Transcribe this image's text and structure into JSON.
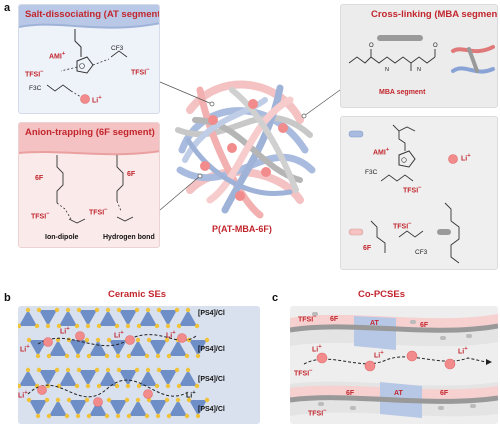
{
  "panel_a": {
    "label": "a",
    "salt_box": {
      "title": "Salt-dissociating (AT segment)",
      "ami": "AMI",
      "ami_sup": "+",
      "tfsi_left": "TFSI",
      "tfsi_right": "TFSI",
      "tfsi_sup": "−",
      "cf3_a": "F3C",
      "cf3_b": "CF3",
      "li": "Li",
      "li_sup": "+"
    },
    "anion_box": {
      "title": "Anion-trapping (6F segment)",
      "six_f_left": "6F",
      "six_f_right": "6F",
      "tfsi_left": "TFSI",
      "tfsi_right": "TFSI",
      "tfsi_sup": "−",
      "caption_left": "Ion-dipole",
      "caption_right": "Hydrogen bond"
    },
    "mba_box": {
      "title": "Cross-linking (MBA segment)",
      "segment_label": "MBA segment"
    },
    "polymer_label": "P(AT-MBA-6F)",
    "legend": {
      "ami": "AMI",
      "ami_sup": "+",
      "tfsi_a": "TFSI",
      "tfsi_b": "TFSI",
      "tfsi_sup": "−",
      "li": "Li",
      "li_sup": "+",
      "six_f": "6F",
      "cf3": "CF3",
      "f3c": "F3C"
    }
  },
  "panel_b": {
    "label": "b",
    "title": "Ceramic SEs",
    "ps4_label": "[PS4]/Cl",
    "li": "Li",
    "li_sup": "+"
  },
  "panel_c": {
    "label": "c",
    "title": "Co-PCSEs",
    "tfsi": "TFSI",
    "tfsi_sup": "−",
    "six_f": "6F",
    "at": "AT",
    "li": "Li",
    "li_sup": "+"
  },
  "colors": {
    "title_red": "#c2262d",
    "li_pink": "#f28b8b",
    "polymer_blue": "#9fb3d9",
    "polymer_pink": "#f2b7b7",
    "polymer_grey": "#a9a9a9",
    "salt_box_bg": "#e9eef8",
    "anion_box_bg": "#fbe4e4",
    "grey_box_bg": "#ececec",
    "ceramic_bg": "#d9e0ee",
    "tetra_blue": "#5b7fc0",
    "s_yellow": "#f0c23a"
  }
}
